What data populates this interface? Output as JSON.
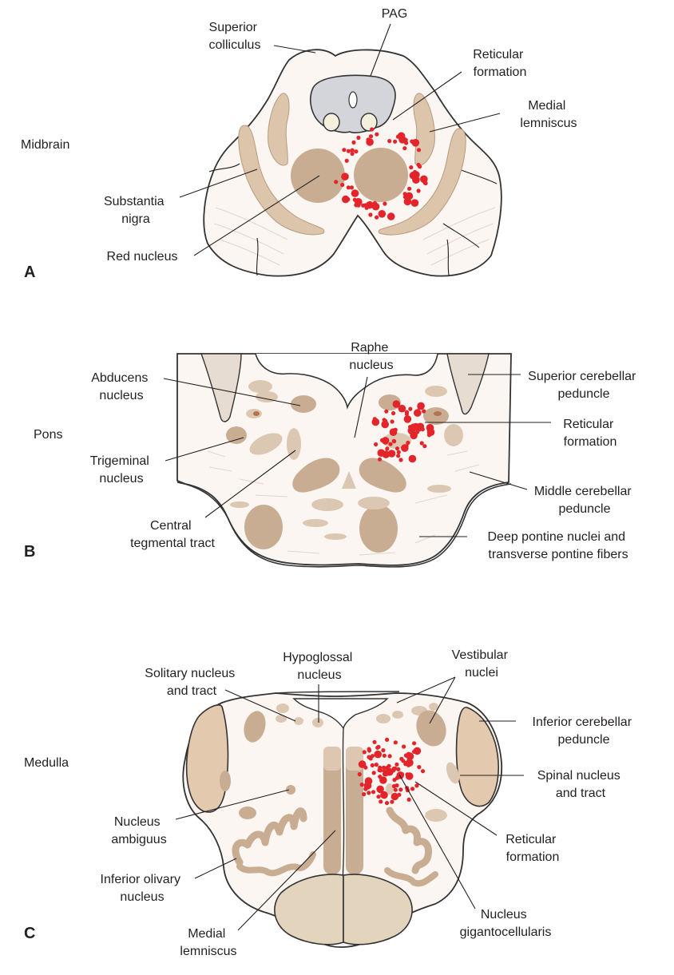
{
  "colors": {
    "reticular_dots": "#e3242b",
    "nucleus_tan": "#c9ad92",
    "tissue": "#fbf6f1",
    "pag_gray": "#d3d5da"
  },
  "panels": [
    {
      "letter": "A",
      "region": "Midbrain",
      "labels": {
        "superior_colliculus": [
          "Superior",
          "colliculus"
        ],
        "pag": [
          "PAG"
        ],
        "reticular_formation": [
          "Reticular",
          "formation"
        ],
        "medial_lemniscus": [
          "Medial",
          "lemniscus"
        ],
        "substantia_nigra": [
          "Substantia",
          "nigra"
        ],
        "red_nucleus": [
          "Red nucleus"
        ]
      }
    },
    {
      "letter": "B",
      "region": "Pons",
      "labels": {
        "raphe_nucleus": [
          "Raphe",
          "nucleus"
        ],
        "abducens_nucleus": [
          "Abducens",
          "nucleus"
        ],
        "superior_cerebellar_peduncle": [
          "Superior cerebellar",
          "peduncle"
        ],
        "reticular_formation": [
          "Reticular",
          "formation"
        ],
        "trigeminal_nucleus": [
          "Trigeminal",
          "nucleus"
        ],
        "middle_cerebellar_peduncle": [
          "Middle cerebellar",
          "peduncle"
        ],
        "central_tegmental_tract": [
          "Central",
          "tegmental tract"
        ],
        "deep_pontine_nuclei": [
          "Deep pontine nuclei and",
          "transverse pontine fibers"
        ]
      }
    },
    {
      "letter": "C",
      "region": "Medulla",
      "labels": {
        "solitary_nucleus": [
          "Solitary nucleus",
          "and tract"
        ],
        "hypoglossal_nucleus": [
          "Hypoglossal",
          "nucleus"
        ],
        "vestibular_nuclei": [
          "Vestibular",
          "nuclei"
        ],
        "inferior_cerebellar_peduncle": [
          "Inferior cerebellar",
          "peduncle"
        ],
        "spinal_nucleus": [
          "Spinal nucleus",
          "and tract"
        ],
        "nucleus_ambiguus": [
          "Nucleus",
          "ambiguus"
        ],
        "reticular_formation": [
          "Reticular",
          "formation"
        ],
        "inferior_olivary_nucleus": [
          "Inferior olivary",
          "nucleus"
        ],
        "nucleus_gigantocellularis": [
          "Nucleus",
          "gigantocellularis"
        ],
        "medial_lemniscus": [
          "Medial",
          "lemniscus"
        ]
      }
    }
  ]
}
